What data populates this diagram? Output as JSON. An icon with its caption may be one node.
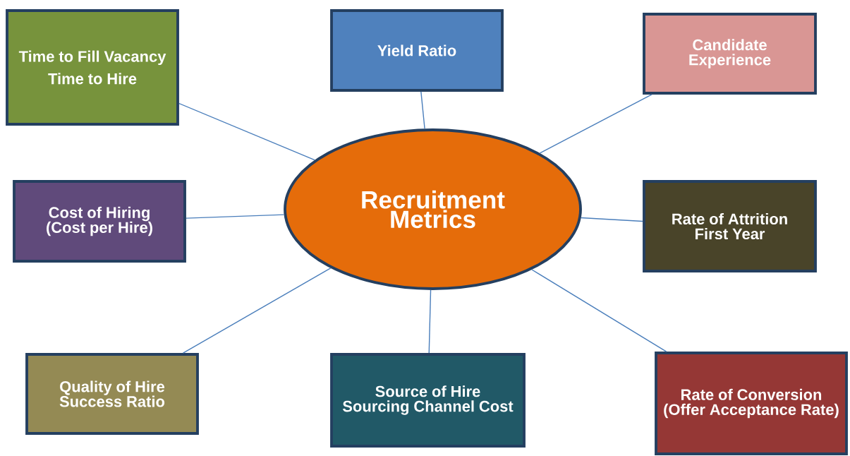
{
  "diagram": {
    "nodes": [
      {
        "text": [
          "Recruitment Metrics"
        ]
      },
      {
        "text": [
          "Time to Fill Vacancy",
          "Time to Hire"
        ]
      },
      {
        "text": [
          "Yield Ratio"
        ]
      },
      {
        "text": [
          "Candidate Experience"
        ]
      },
      {
        "text": [
          "Cost of Hiring (Cost per Hire)"
        ]
      },
      {
        "text": [
          "Rate of Attrition First Year"
        ]
      },
      {
        "text": [
          "Quality of Hire Success Ratio"
        ]
      },
      {
        "text": [
          "Source of Hire Sourcing Channel Cost"
        ]
      },
      {
        "text": [
          "Rate of Conversion (Offer Acceptance Rate)"
        ]
      }
    ],
    "edges": [
      {
        "from": 0,
        "to": 1,
        "arrow": "none"
      },
      {
        "from": 0,
        "to": 2,
        "arrow": "none"
      },
      {
        "from": 0,
        "to": 3,
        "arrow": "none"
      },
      {
        "from": 0,
        "to": 4,
        "arrow": "none"
      },
      {
        "from": 0,
        "to": 5,
        "arrow": "none"
      },
      {
        "from": 0,
        "to": 6,
        "arrow": "none"
      },
      {
        "from": 0,
        "to": 7,
        "arrow": "none"
      },
      {
        "from": 0,
        "to": 8,
        "arrow": "none"
      }
    ]
  }
}
